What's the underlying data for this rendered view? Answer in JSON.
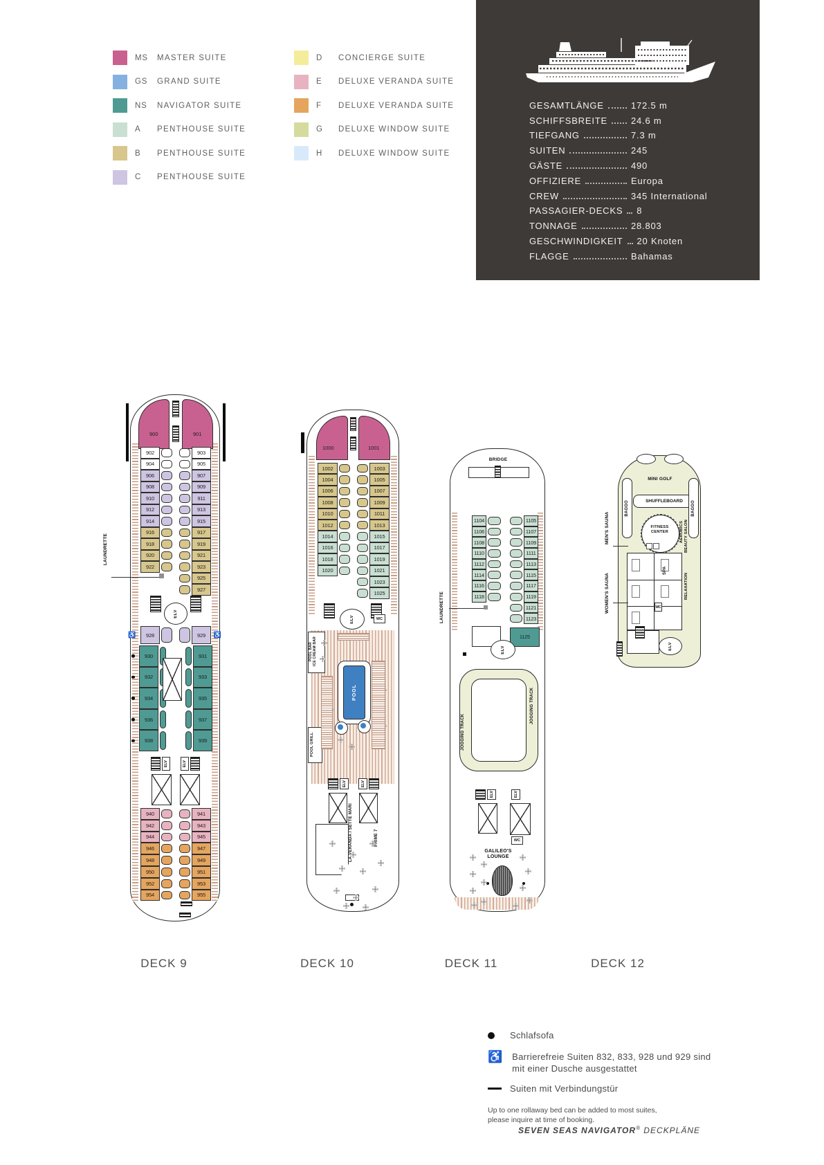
{
  "colors": {
    "MS": "#c96190",
    "GS": "#84b1df",
    "NS": "#4f9b93",
    "A": "#c9dfd2",
    "B": "#d7c78d",
    "C": "#cec5e2",
    "D": "#f5ec9b",
    "E": "#e8b3c0",
    "F": "#e5a55e",
    "G": "#d5db9e",
    "H": "#d8eafa",
    "W": "#ffffff",
    "deck": "#edefd7",
    "pool": "#3f80c2",
    "panel": "#3e3a37"
  },
  "legend": {
    "col1": [
      {
        "code": "MS",
        "label": "MASTER SUITE",
        "cat": "MS"
      },
      {
        "code": "GS",
        "label": "GRAND SUITE",
        "cat": "GS"
      },
      {
        "code": "NS",
        "label": "NAVIGATOR SUITE",
        "cat": "NS"
      },
      {
        "code": "A",
        "label": "PENTHOUSE SUITE",
        "cat": "A"
      },
      {
        "code": "B",
        "label": "PENTHOUSE SUITE",
        "cat": "B"
      },
      {
        "code": "C",
        "label": "PENTHOUSE SUITE",
        "cat": "C"
      }
    ],
    "col2": [
      {
        "code": "D",
        "label": "CONCIERGE SUITE",
        "cat": "D"
      },
      {
        "code": "E",
        "label": "DELUXE VERANDA SUITE",
        "cat": "E"
      },
      {
        "code": "F",
        "label": "DELUXE VERANDA SUITE",
        "cat": "F"
      },
      {
        "code": "G",
        "label": "DELUXE WINDOW SUITE",
        "cat": "G"
      },
      {
        "code": "H",
        "label": "DELUXE WINDOW SUITE",
        "cat": "H"
      }
    ]
  },
  "ship_info": {
    "rows": [
      {
        "label": "GESAMTLÄNGE",
        "value": "172.5 m"
      },
      {
        "label": "SCHIFFSBREITE",
        "value": "24.6 m"
      },
      {
        "label": "TIEFGANG",
        "value": "7.3 m"
      },
      {
        "label": "SUITEN",
        "value": "245"
      },
      {
        "label": "GÄSTE",
        "value": "490"
      },
      {
        "label": "OFFIZIERE",
        "value": "Europa"
      },
      {
        "label": "CREW",
        "value": "345 International"
      },
      {
        "label": "PASSAGIER-DECKS",
        "value": "8"
      },
      {
        "label": "TONNAGE",
        "value": "28.803"
      },
      {
        "label": "GESCHWINDIGKEIT",
        "value": "20 Knoten"
      },
      {
        "label": "FLAGGE",
        "value": "Bahamas"
      }
    ]
  },
  "decks": [
    {
      "label": "DECK 9",
      "labels": {
        "laundrette": "LAUNDRETTE",
        "elv": "ELV"
      },
      "bow": [
        {
          "n": "900",
          "c": "MS"
        },
        {
          "n": "901",
          "c": "MS"
        }
      ],
      "fwd": [
        {
          "l": {
            "n": "902",
            "c": "W"
          },
          "r": {
            "n": "903",
            "c": "W"
          }
        },
        {
          "l": {
            "n": "904",
            "c": "W"
          },
          "r": {
            "n": "905",
            "c": "W"
          }
        },
        {
          "l": {
            "n": "906",
            "c": "C"
          },
          "r": {
            "n": "907",
            "c": "C"
          }
        },
        {
          "l": {
            "n": "908",
            "c": "C"
          },
          "r": {
            "n": "909",
            "c": "C"
          }
        },
        {
          "l": {
            "n": "910",
            "c": "C"
          },
          "r": {
            "n": "911",
            "c": "C"
          }
        },
        {
          "l": {
            "n": "912",
            "c": "C"
          },
          "r": {
            "n": "913",
            "c": "C"
          }
        },
        {
          "l": {
            "n": "914",
            "c": "C"
          },
          "r": {
            "n": "915",
            "c": "C"
          }
        },
        {
          "l": {
            "n": "916",
            "c": "B"
          },
          "r": {
            "n": "917",
            "c": "B"
          }
        },
        {
          "l": {
            "n": "918",
            "c": "B"
          },
          "r": {
            "n": "919",
            "c": "B"
          }
        },
        {
          "l": {
            "n": "920",
            "c": "B"
          },
          "r": {
            "n": "921",
            "c": "B"
          }
        },
        {
          "l": {
            "n": "922",
            "c": "B"
          },
          "r": {
            "n": "923",
            "c": "B"
          }
        },
        {
          "l": null,
          "r": {
            "n": "925",
            "c": "B"
          }
        },
        {
          "l": null,
          "r": {
            "n": "927",
            "c": "B"
          }
        }
      ],
      "mid": [
        {
          "l": {
            "n": "928",
            "c": "C"
          },
          "r": {
            "n": "929",
            "c": "C"
          },
          "acc": true
        }
      ],
      "ns": [
        {
          "l": {
            "n": "930",
            "c": "NS"
          },
          "r": {
            "n": "931",
            "c": "NS"
          },
          "dot": true
        },
        {
          "l": {
            "n": "932",
            "c": "NS"
          },
          "r": {
            "n": "933",
            "c": "NS"
          },
          "dot": true
        },
        {
          "l": {
            "n": "934",
            "c": "NS"
          },
          "r": {
            "n": "935",
            "c": "NS"
          },
          "dot": true
        },
        {
          "l": {
            "n": "936",
            "c": "NS"
          },
          "r": {
            "n": "937",
            "c": "NS"
          },
          "dot": true
        },
        {
          "l": {
            "n": "938",
            "c": "NS"
          },
          "r": {
            "n": "939",
            "c": "NS"
          },
          "dot": true
        }
      ],
      "aft": [
        {
          "l": {
            "n": "940",
            "c": "E"
          },
          "r": {
            "n": "941",
            "c": "E"
          }
        },
        {
          "l": {
            "n": "942",
            "c": "E"
          },
          "r": {
            "n": "943",
            "c": "E"
          }
        },
        {
          "l": {
            "n": "944",
            "c": "E"
          },
          "r": {
            "n": "945",
            "c": "E"
          }
        },
        {
          "l": {
            "n": "946",
            "c": "F"
          },
          "r": {
            "n": "947",
            "c": "F"
          }
        },
        {
          "l": {
            "n": "948",
            "c": "F"
          },
          "r": {
            "n": "949",
            "c": "F"
          }
        },
        {
          "l": {
            "n": "950",
            "c": "F"
          },
          "r": {
            "n": "951",
            "c": "F"
          }
        },
        {
          "l": {
            "n": "952",
            "c": "F"
          },
          "r": {
            "n": "953",
            "c": "F"
          }
        },
        {
          "l": {
            "n": "954",
            "c": "F"
          },
          "r": {
            "n": "955",
            "c": "F"
          }
        }
      ]
    },
    {
      "label": "DECK 10",
      "labels": {
        "pool_bar": "POOL BAR\nICE CREAM BAR",
        "pool_grill": "POOL GRILL",
        "pool": "POOL",
        "wc": "WC",
        "elv": "ELV",
        "la_veranda": "LA VERANDA / SETTE MARI",
        "prime7": "PRIME 7"
      },
      "bow": [
        {
          "n": "1000",
          "c": "MS"
        },
        {
          "n": "1001",
          "c": "MS"
        }
      ],
      "fwd": [
        {
          "l": {
            "n": "1002",
            "c": "B"
          },
          "r": {
            "n": "1003",
            "c": "B"
          }
        },
        {
          "l": {
            "n": "1004",
            "c": "B"
          },
          "r": {
            "n": "1005",
            "c": "B"
          }
        },
        {
          "l": {
            "n": "1006",
            "c": "B"
          },
          "r": {
            "n": "1007",
            "c": "B"
          }
        },
        {
          "l": {
            "n": "1008",
            "c": "B"
          },
          "r": {
            "n": "1009",
            "c": "B"
          }
        },
        {
          "l": {
            "n": "1010",
            "c": "B"
          },
          "r": {
            "n": "1011",
            "c": "B"
          }
        },
        {
          "l": {
            "n": "1012",
            "c": "B"
          },
          "r": {
            "n": "1013",
            "c": "B"
          }
        },
        {
          "l": {
            "n": "1014",
            "c": "A"
          },
          "r": {
            "n": "1015",
            "c": "A"
          }
        },
        {
          "l": {
            "n": "1016",
            "c": "A"
          },
          "r": {
            "n": "1017",
            "c": "A"
          }
        },
        {
          "l": {
            "n": "1018",
            "c": "A"
          },
          "r": {
            "n": "1019",
            "c": "A"
          }
        },
        {
          "l": {
            "n": "1020",
            "c": "A"
          },
          "r": {
            "n": "1021",
            "c": "A"
          }
        },
        {
          "l": null,
          "r": {
            "n": "1023",
            "c": "A"
          }
        },
        {
          "l": null,
          "r": {
            "n": "1025",
            "c": "A"
          }
        }
      ]
    },
    {
      "label": "DECK 11",
      "labels": {
        "bridge": "BRIDGE",
        "laundrette": "LAUNDRETTE",
        "jogging": "JOGGING TRACK",
        "elv": "ELV",
        "wc": "WC",
        "galileos": "GALILEO'S\nLOUNGE"
      },
      "rows": [
        {
          "l": {
            "n": "1104",
            "c": "A"
          },
          "r": {
            "n": "1105",
            "c": "A"
          }
        },
        {
          "l": {
            "n": "1106",
            "c": "A"
          },
          "r": {
            "n": "1107",
            "c": "A"
          }
        },
        {
          "l": {
            "n": "1108",
            "c": "A"
          },
          "r": {
            "n": "1109",
            "c": "A"
          }
        },
        {
          "l": {
            "n": "1110",
            "c": "A"
          },
          "r": {
            "n": "1111",
            "c": "A"
          }
        },
        {
          "l": {
            "n": "1112",
            "c": "A"
          },
          "r": {
            "n": "1113",
            "c": "A"
          }
        },
        {
          "l": {
            "n": "1114",
            "c": "A"
          },
          "r": {
            "n": "1115",
            "c": "A"
          }
        },
        {
          "l": {
            "n": "1116",
            "c": "A"
          },
          "r": {
            "n": "1117",
            "c": "A"
          }
        },
        {
          "l": {
            "n": "1118",
            "c": "A"
          },
          "r": {
            "n": "1119",
            "c": "A"
          }
        },
        {
          "l": null,
          "r": {
            "n": "1121",
            "c": "A"
          }
        },
        {
          "l": null,
          "r": {
            "n": "1123",
            "c": "A"
          }
        }
      ],
      "single": {
        "n": "1125",
        "c": "NS"
      }
    },
    {
      "label": "DECK 12",
      "labels": {
        "mini_golf": "MINI GOLF",
        "shuffleboard": "SHUFFLEBOARD",
        "baggo_l": "BAGGO",
        "baggo_r": "BAGGO",
        "fitness": "FITNESS\nCENTER",
        "aerobics": "AEROBICS",
        "mens_sauna": "MEN'S SAUNA",
        "womens_sauna": "WOMEN'S SAUNA",
        "spa": "SPA",
        "beauty": "BEAUTY SALON",
        "relaxation": "RELAXATION",
        "wc": "WC",
        "elv": "ELV"
      }
    }
  ],
  "footnotes": {
    "sofa": "Schlafsofa",
    "accessible": "Barrierefreie Suiten 832, 833, 928 und 929 sind mit einer Dusche ausgestattet",
    "connecting": "Suiten mit Verbindungstür",
    "rollaway": "Up to one rollaway bed can be added to most suites, please inquire at time of booking."
  },
  "brand": {
    "name": "SEVEN SEAS NAVIGATOR",
    "reg": "®",
    "suffix": " DECKPLÄNE"
  }
}
